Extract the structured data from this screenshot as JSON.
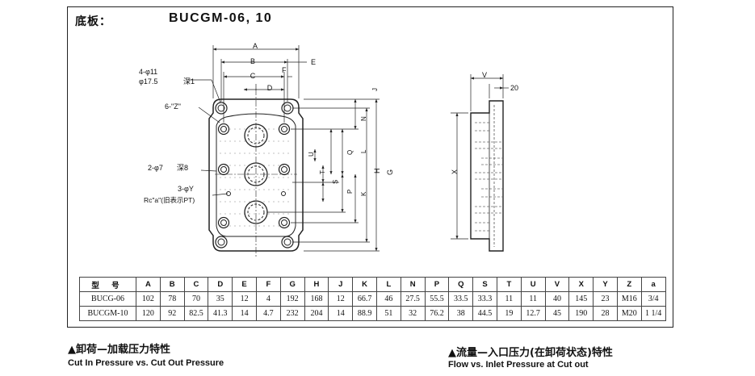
{
  "sheet": {
    "title": "底板：",
    "model": "BUCGM-06, 10"
  },
  "drawing": {
    "front_dims": {
      "A": "A",
      "B": "B",
      "C": "C",
      "D": "D",
      "E": "E",
      "F": "F",
      "G": "G",
      "H": "H",
      "J": "J",
      "K": "K",
      "L": "L",
      "N": "N",
      "P": "P",
      "Q": "Q",
      "S": "S",
      "T": "T",
      "U": "U"
    },
    "notes": {
      "mount_holes": "4-φ11",
      "counterbore": "φ17.5",
      "depth1": "深1",
      "z_holes": "6-\"Z\"",
      "pin_holes": "2-φ7",
      "depth8": "深8",
      "y_holes": "3-φY",
      "rc_port": "Rc\"a\"(旧表示PT)"
    },
    "side_dims": {
      "V": "V",
      "X": "X",
      "twenty": "20"
    }
  },
  "table": {
    "headers": [
      "型 号",
      "A",
      "B",
      "C",
      "D",
      "E",
      "F",
      "G",
      "H",
      "J",
      "K",
      "L",
      "N",
      "P",
      "Q",
      "S",
      "T",
      "U",
      "V",
      "X",
      "Y",
      "Z",
      "a"
    ],
    "rows": [
      [
        "BUCG-06",
        "102",
        "78",
        "70",
        "35",
        "12",
        "4",
        "192",
        "168",
        "12",
        "66.7",
        "46",
        "27.5",
        "55.5",
        "33.5",
        "33.3",
        "11",
        "11",
        "40",
        "145",
        "23",
        "M16",
        "3/4"
      ],
      [
        "BUCGM-10",
        "120",
        "92",
        "82.5",
        "41.3",
        "14",
        "4.7",
        "232",
        "204",
        "14",
        "88.9",
        "51",
        "32",
        "76.2",
        "38",
        "44.5",
        "19",
        "12.7",
        "45",
        "190",
        "28",
        "M20",
        "1 1/4"
      ]
    ]
  },
  "captions": {
    "left_cn": "▲卸荷—加载压力特性",
    "left_en": "Cut In Pressure vs. Cut Out Pressure",
    "right_cn": "▲流量—入口压力(在卸荷状态)特性",
    "right_en": "Flow vs. Inlet Pressure at Cut out"
  },
  "colors": {
    "line": "#222222",
    "background": "#ffffff"
  }
}
